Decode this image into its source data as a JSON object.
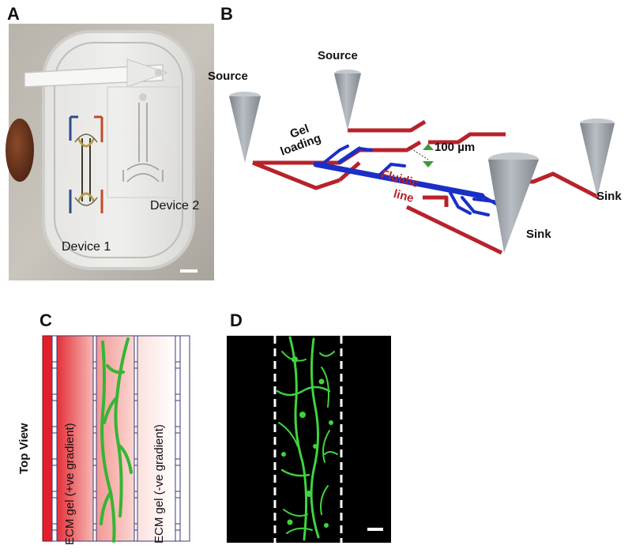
{
  "panels": {
    "a": {
      "letter": "A",
      "device1": "Device 1",
      "device2": "Device 2"
    },
    "b": {
      "letter": "B",
      "source_left": "Source",
      "source_right": "Source",
      "gel_loading_line1": "Gel",
      "gel_loading_line2": "loading",
      "width_label": "100 µm",
      "fluidic_line1": "Fluidic",
      "fluidic_line2": "line",
      "sink_right": "Sink",
      "sink_bottom": "Sink"
    },
    "c": {
      "letter": "C",
      "top_view": "Top View",
      "gel_positive": "ECM gel (+ve gradient)",
      "gel_negative": "ECM gel (-ve gradient)"
    },
    "d": {
      "letter": "D"
    }
  },
  "colors": {
    "channel_red": "#b8222b",
    "gel_blue": "#1a2fc6",
    "reservoir_gray": "#9aa0a6",
    "fiber_green": "#35b535"
  }
}
